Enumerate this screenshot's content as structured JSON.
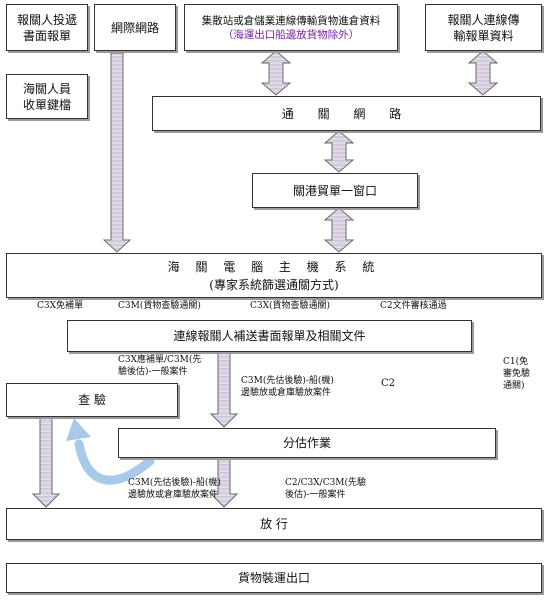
{
  "boxes": {
    "declarant_paper": "報關人投遞\n書面報單",
    "internet": "網際網路",
    "consolidation": "集散站或倉儲業連線傳輸貨物進倉資料",
    "consolidation_note": "（海運出口船邊放貨物除外）",
    "declarant_online": "報關人連線傳\n輸報單資料",
    "customs_receipt": "海關人員\n收單鍵檔",
    "clearance_network": "通 關 網 路",
    "single_window": "關港貿單一窗口",
    "mainframe_line1": "海 關 電 腦 主 機 系 統",
    "mainframe_line2": "(專家系統篩選通關方式)",
    "supplement_docs": "連線報關人補送書面報單及相關文件",
    "inspection": "查      驗",
    "assessment": "分估作業",
    "release": "放        行",
    "shipment": "貨物裝運出口"
  },
  "labels": {
    "c3x_supplement": "C3X免補單",
    "c3m_goods": "C3M(貨物查驗通關)",
    "c3x_cargo": "C3X(貨物查驗通關)",
    "c2_docs": "C2文件審核通過",
    "c3x_c3m_pre": "C3X應補單/C3M(先\n驗後估)-一般案件",
    "c3m_pre_ship": "C3M(先估後驗)-船(機)\n邊驗放或倉庫驗放案件",
    "c2": "C2",
    "c1": "C1(免\n審免驗\n通關)",
    "c3m_pre_ship2": "C3M(先估後驗)-船(機)\n邊驗放或倉庫驗放案件",
    "c2_c3x_c3m": "C2/C3X/C3M(先驗\n後估)-一般案件"
  },
  "colors": {
    "arrow_fill": "#d8cfe0",
    "arrow_stroke": "#6a6a6a",
    "curve_arrow": "#a9c9ea",
    "note_purple": "#7a1fa0"
  }
}
